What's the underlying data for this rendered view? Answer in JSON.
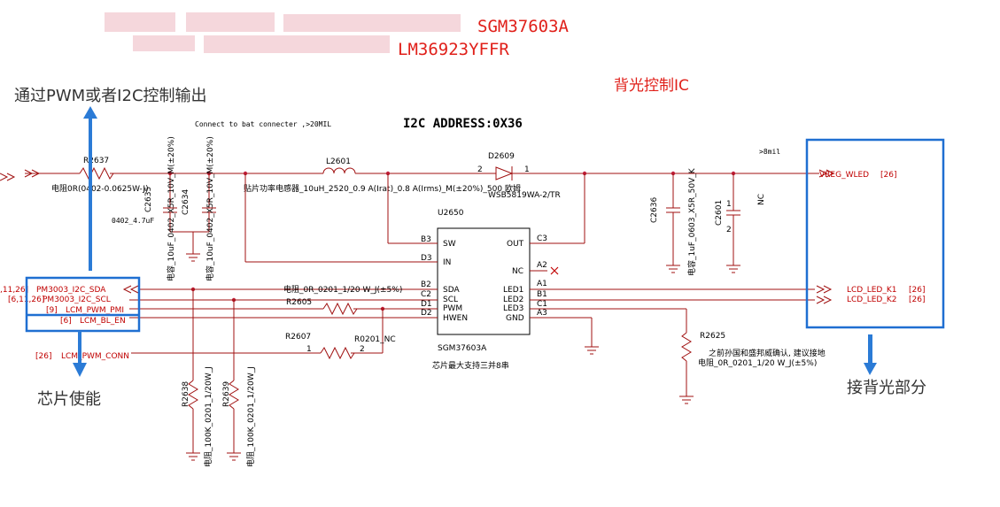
{
  "header": {
    "chip1": "SGM37603A",
    "chip2": "LM36923YFFR",
    "title_cn": "背光控制IC",
    "note_bat": "Connect to bat connecter ,>20MIL",
    "i2c_address": "I2C ADDRESS:0X36",
    "note_8mil": ">8mil"
  },
  "annotations": {
    "pwm_i2c": "通过PWM或者I2C控制输出",
    "chip_enable": "芯片使能",
    "backlight_part": "接背光部分"
  },
  "components": {
    "r2637_ref": "R2637",
    "r2637_val": "电阻0R(0402-0.0625W-J)",
    "c2635_ref": "C2635",
    "c2635_val": "0402_4.7uF",
    "c2634_ref": "C2634",
    "cap_val_a": "电容_10uF_0402_X5R_10V_M(±20%)",
    "cap_val_b": "电容_10uF_0402_X5R_10V_M(±20%)",
    "l2601_ref": "L2601",
    "l2601_val": "贴片功率电感器_10uH_2520_0.9 A(Irat)_0.8 A(Irms)_M(±20%)_500 欧姆",
    "d2609_ref": "D2609",
    "d2609_val": "WSB5819WA-2/TR",
    "d_pin2": "2",
    "d_pin1": "1",
    "c2636_ref": "C2636",
    "c2636_val": "电容_1uF_0603_X5R_50V_K",
    "c2601_ref": "C2601",
    "c2601_val": "NC",
    "c2601_p1": "1",
    "c2601_p2": "2",
    "u2650_ref": "U2650",
    "u2650_name": "SGM37603A",
    "u2650_note": "芯片最大支持三并8串",
    "r2605_ref": "R2605",
    "r2605_val": "电阻_0R_0201_1/20 W_J(±5%)",
    "r2607_ref": "R2607",
    "r2607_val": "R0201_NC",
    "r2607_p1": "1",
    "r2607_p2": "2",
    "r2638_ref": "R2638",
    "r2639_ref": "R2639",
    "r_pull_val_a": "电阻_100K_0201_1/20W_J",
    "r_pull_val_b": "电阻_100K_0201_1/20W_J",
    "r2625_ref": "R2625",
    "r2625_note": "之前孙国和盛邦威确认, 建议接地",
    "r2625_val": "电阻_0R_0201_1/20 W_J(±5%)"
  },
  "pins": {
    "left": [
      {
        "name": "SW",
        "num": "B3"
      },
      {
        "name": "IN",
        "num": "D3"
      },
      {
        "name": "SDA",
        "num": "B2"
      },
      {
        "name": "SCL",
        "num": "C2"
      },
      {
        "name": "PWM",
        "num": "D1"
      },
      {
        "name": "HWEN",
        "num": "D2"
      }
    ],
    "right": [
      {
        "name": "OUT",
        "num": "C3"
      },
      {
        "name": "NC",
        "num": "A2"
      },
      {
        "name": "LED1",
        "num": "A1"
      },
      {
        "name": "LED2",
        "num": "B1"
      },
      {
        "name": "LED3",
        "num": "C1"
      },
      {
        "name": "GND",
        "num": "A3"
      }
    ]
  },
  "nets": {
    "sda": "PM3003_I2C_SDA",
    "scl": "PM3003_I2C_SCL",
    "pwm": "LCM_PWM_PMI",
    "bl_en": "LCM_BL_EN",
    "pwm_conn": "LCM_PWM_CONN",
    "vreg": "VREG_WLED",
    "led_k1": "LCD_LED_K1",
    "led_k2": "LCD_LED_K2"
  },
  "page_refs": {
    "sda": ",11,26]",
    "scl": "[6,11,26]",
    "pwm": "[9]",
    "bl_en": "[6]",
    "pwm_conn": "[26]",
    "vreg": "[26]",
    "led_k1": "[26]",
    "led_k2": "[26]"
  },
  "colors": {
    "wire": "#a01010",
    "accent_blue": "#1f6fd1",
    "net_red": "#c00000",
    "title_red": "#e0201a"
  }
}
